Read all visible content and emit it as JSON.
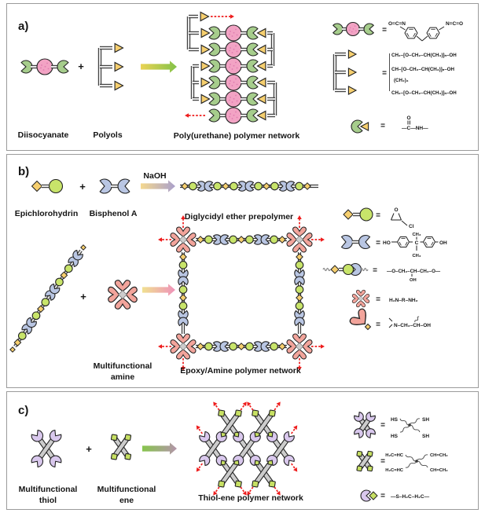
{
  "colors": {
    "pink": "#f2a3c4",
    "pink_dot": "#e07bb0",
    "green": "#a6cd8c",
    "yellow": "#f6cf6f",
    "blue": "#b9c6e3",
    "lime": "#c8e46a",
    "salmon": "#f2a49b",
    "purple": "#d9c8ed",
    "lime_square": "#c7e063",
    "gray_x": "#cccccc",
    "red": "#ee1c1c"
  },
  "a": {
    "label": "a)",
    "plus": "+",
    "reactant1": "Diisocyanate",
    "reactant2": "Polyols",
    "product": "Poly(urethane) polymer network",
    "eq": "=",
    "legend": {
      "mdi_left": "O=C=N",
      "mdi_right": "N=C=O",
      "polyol_line1": "CH₂–[O–CH₂–CH(CH₃)]ₙ–OH",
      "polyol_line2": "CH–[O–CH₂–CH(CH₃)]ₙ–OH",
      "polyol_line3": "(CH₂)₃",
      "polyol_line4": "CH₂–[O–CH₂–CH(CH₃)]ₙ–OH",
      "urethane_o": "O",
      "urethane_text": "—C—NH—"
    }
  },
  "b": {
    "label": "b)",
    "plus": "+",
    "naoh": "NaOH",
    "reactant1": "Epichlorohydrin",
    "reactant2": "Bisphenol A",
    "product1": "Diglycidyl ether prepolymer",
    "amine_line1": "Multifunctional",
    "amine_line2": "amine",
    "product2": "Epoxy/Amine polymer network",
    "eq": "=",
    "legend": {
      "epoxide_o": "O",
      "epoxide_cl": "Cl",
      "ho": "HO",
      "oh": "OH",
      "c": "C",
      "ch3": "CH₃",
      "ether_main": "—O–CH₂–CH–CH₂–O—",
      "ether_oh": "OH",
      "amine": "H₂N–R–NH₂",
      "adduct": "N–CH₂–CH–OH"
    }
  },
  "c": {
    "label": "c)",
    "plus": "+",
    "thiol_line1": "Multifunctional",
    "thiol_line2": "thiol",
    "ene_line1": "Multifunctional",
    "ene_line2": "ene",
    "product": "Thiol-ene polymer network",
    "eq": "=",
    "legend": {
      "hs": "HS",
      "sh": "SH",
      "ene_left": "H₂C=HC",
      "ene_right": "CH=CH₂",
      "thioether": "—S–H₂C–H₂C—"
    }
  }
}
